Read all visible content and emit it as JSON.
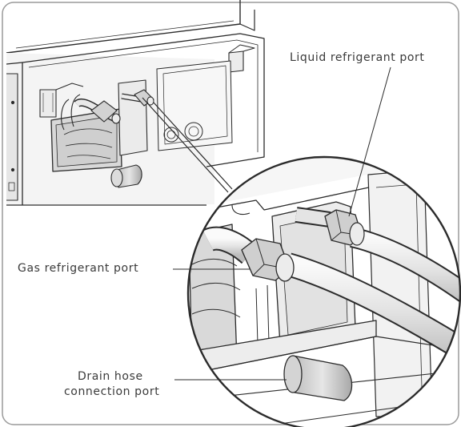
{
  "labels": {
    "liquid_port": "Liquid refrigerant port",
    "gas_port": "Gas refrigerant port",
    "drain_line1": "Drain hose",
    "drain_line2": "connection port"
  },
  "colors": {
    "stroke": "#2b2b2b",
    "fill_light": "#f2f2f2",
    "fill_mid": "#d6d6d6",
    "fill_dark": "#b8b8b8",
    "border": "#9a9a9a"
  }
}
